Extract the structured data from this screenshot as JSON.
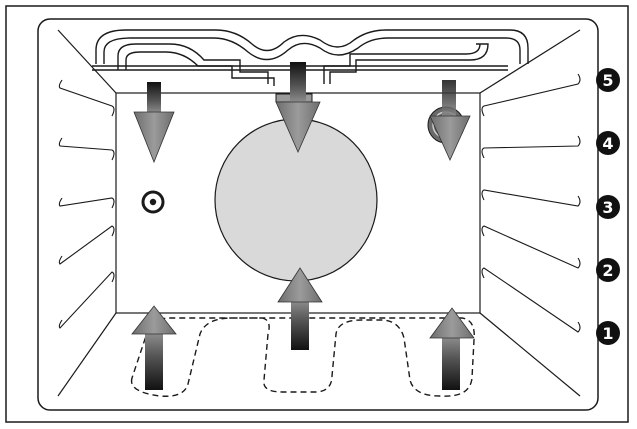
{
  "diagram": {
    "colors": {
      "line": "#1a1a1a",
      "fan": "#d9d9d9",
      "arrow_dark": "#1a1a1a",
      "arrow_light": "#8c8c8c",
      "level_badge": "#111111"
    },
    "rack_levels": [
      {
        "label": "5"
      },
      {
        "label": "4"
      },
      {
        "label": "3"
      },
      {
        "label": "2"
      },
      {
        "label": "1"
      }
    ],
    "icons": [
      "lamp-icon",
      "fan-icon",
      "top-heater-icon",
      "bottom-heater-icon",
      "ring-heater-icon"
    ],
    "airflow_arrows": [
      {
        "name": "arrow-down-left",
        "direction": "down"
      },
      {
        "name": "arrow-down-center",
        "direction": "down"
      },
      {
        "name": "arrow-down-right",
        "direction": "down"
      },
      {
        "name": "arrow-up-left",
        "direction": "up"
      },
      {
        "name": "arrow-up-center",
        "direction": "up"
      },
      {
        "name": "arrow-up-right",
        "direction": "up"
      }
    ]
  }
}
